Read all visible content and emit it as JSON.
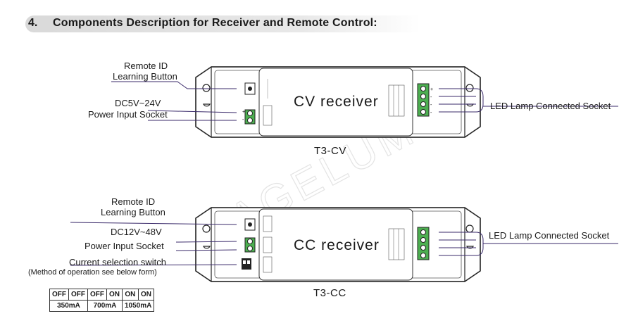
{
  "header": {
    "number": "4.",
    "title": "Components Description for Receiver and Remote Control:"
  },
  "cv": {
    "label_learning": [
      "Remote ID",
      "Learning Button"
    ],
    "label_power": [
      "DC5V~24V",
      "Power Input Socket"
    ],
    "label_led": "LED Lamp Connected Socket",
    "device_text": "CV receiver",
    "model": "T3-CV"
  },
  "cc": {
    "label_learning": [
      "Remote ID",
      "Learning Button"
    ],
    "label_power": [
      "DC12V~48V",
      "Power Input Socket"
    ],
    "label_switch": [
      "Current selection switch",
      "(Method of operation see below form)"
    ],
    "label_led": "LED Lamp Connected Socket",
    "device_text": "CC receiver",
    "model": "T3-CC"
  },
  "current_table": {
    "row1": [
      "OFF",
      "OFF",
      "OFF",
      "ON",
      "ON",
      "ON"
    ],
    "row2": [
      "350mA",
      "700mA",
      "1050mA"
    ]
  },
  "watermark": "SAGELUMEI"
}
